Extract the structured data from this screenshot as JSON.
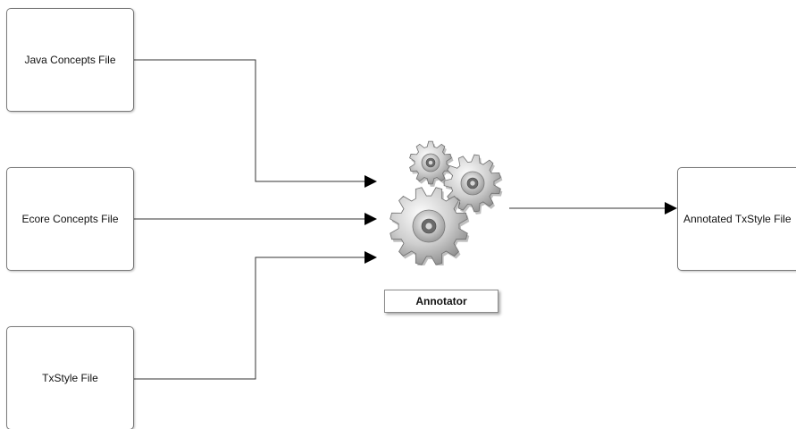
{
  "inputs": {
    "java_label": "Java Concepts File",
    "ecore_label": "Ecore Concepts File",
    "txstyle_label": "TxStyle File"
  },
  "processor": {
    "label": "Annotator",
    "icon": "gears-icon"
  },
  "output": {
    "label": "Annotated TxStyle File"
  }
}
